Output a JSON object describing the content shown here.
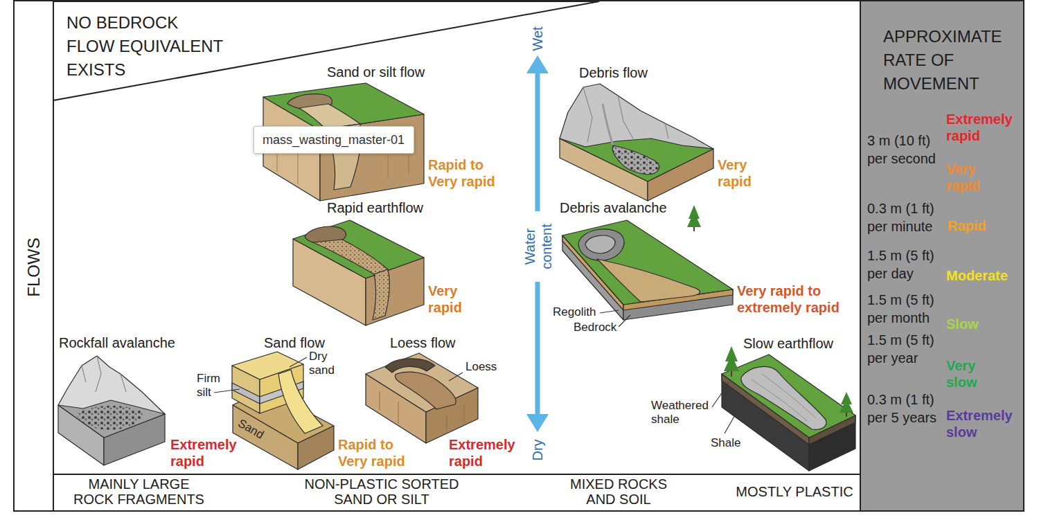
{
  "diagram": {
    "nodes": [
      {
        "text": [
          "NO BEDROCK FLOW EQUIVALENT EXISTS"
        ]
      },
      {
        "text": [
          "FLOWS"
        ]
      },
      {
        "text": [
          "mass_wasting_master-01"
        ]
      },
      {
        "text": [
          "MAINLY LARGE ROCK FRAGMENTS",
          "NON-PLASTIC SORTED SAND OR SILT",
          "MIXED ROCKS AND SOIL",
          "MOSTLY PLASTIC"
        ]
      },
      {
        "text": [
          "APPROXIMATE RATE OF MOVEMENT",
          "Extremely rapid",
          "3 m (10 ft) per second",
          "Very rapid",
          "0.3 m (1 ft) per minute",
          "Rapid",
          "1.5 m (5 ft) per day",
          "Moderate",
          "1.5 m (5 ft) per month",
          "Slow",
          "1.5 m (5 ft) per year",
          "Very slow",
          "0.3 m (1 ft) per 5 years",
          "Extremely slow"
        ]
      }
    ],
    "labels": [
      "Sand or silt flow",
      "Debris flow",
      "Rapid to Very rapid",
      "Very rapid",
      "Rapid earthflow",
      "Debris avalanche",
      "Very rapid",
      "Very rapid to extremely rapid",
      "Regolith",
      "Bedrock",
      "Rockfall avalanche",
      "Sand flow",
      "Dry sand",
      "Firm silt",
      "Loess flow",
      "Loess",
      "Slow earthflow",
      "Weathered shale",
      "Shale",
      "Sand",
      "Extremely rapid",
      "Rapid to Very rapid",
      "Extremely rapid",
      "Wet",
      "Water content",
      "Dry"
    ]
  }
}
